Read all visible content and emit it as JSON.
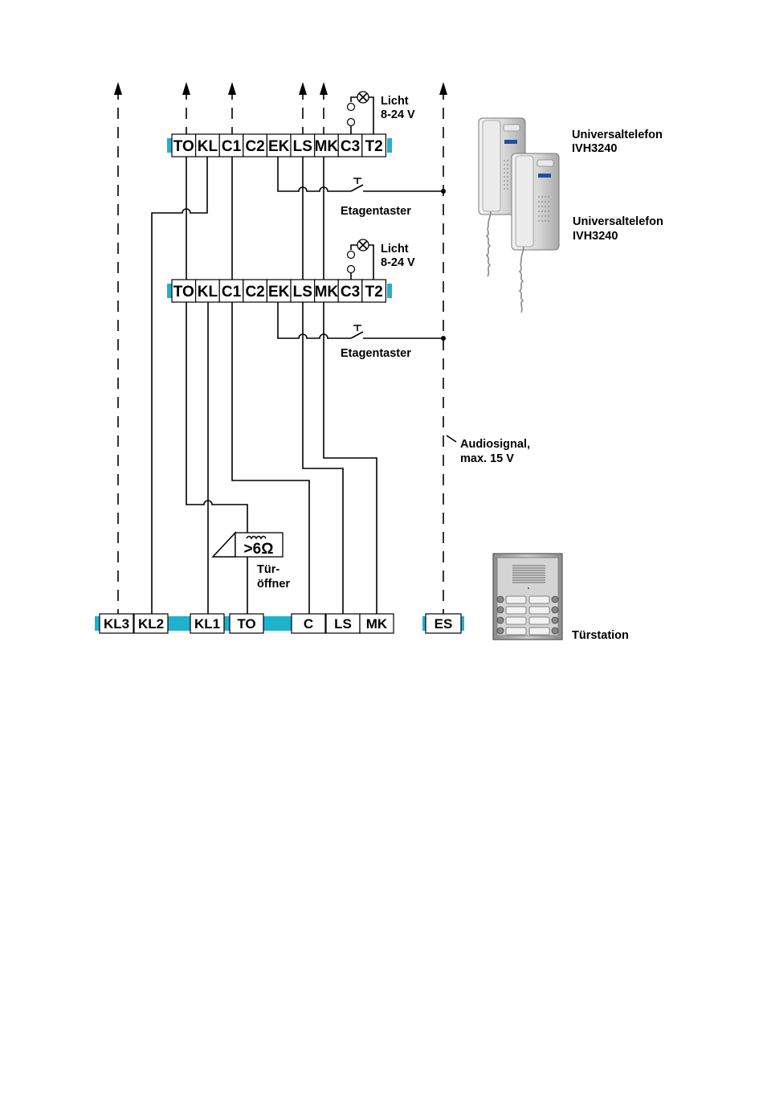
{
  "terminal_strips": [
    {
      "terminals": [
        "TO",
        "KL",
        "C1",
        "C2",
        "EK",
        "LS",
        "MK",
        "C3",
        "T2"
      ]
    },
    {
      "terminals": [
        "TO",
        "KL",
        "C1",
        "C2",
        "EK",
        "LS",
        "MK",
        "C3",
        "T2"
      ]
    }
  ],
  "labels": {
    "licht_1_line1": "Licht",
    "licht_1_line2": "8-24 V",
    "licht_2_line1": "Licht",
    "licht_2_line2": "8-24 V",
    "etagentaster_1": "Etagentaster",
    "etagentaster_2": "Etagentaster",
    "audio_line1": "Audiosignal,",
    "audio_line2": "max. 15 V",
    "tueroeffner_line1": "Tür-",
    "tueroeffner_line2": "öffner",
    "tueroeffner_symbol": ">6Ω",
    "phone_1_line1": "Universaltelefon",
    "phone_1_line2": "IVH3240",
    "phone_2_line1": "Universaltelefon",
    "phone_2_line2": "IVH3240",
    "tuerstation": "Türstation"
  },
  "bottom_bus": {
    "terminals": [
      "KL3",
      "KL2",
      "KL1",
      "TO",
      "C",
      "LS",
      "MK",
      "ES"
    ]
  },
  "colors": {
    "terminal_end": "#1fb2cc",
    "wire": "#000000",
    "device_body": "#d8d8d8",
    "tuerstation_panel": "#a8a8a8"
  },
  "icons": {
    "lamp": "lamp-icon",
    "switch": "pushbutton-switch-icon",
    "handset_phone": "intercom-handset-icon",
    "door_station": "door-station-icon"
  }
}
